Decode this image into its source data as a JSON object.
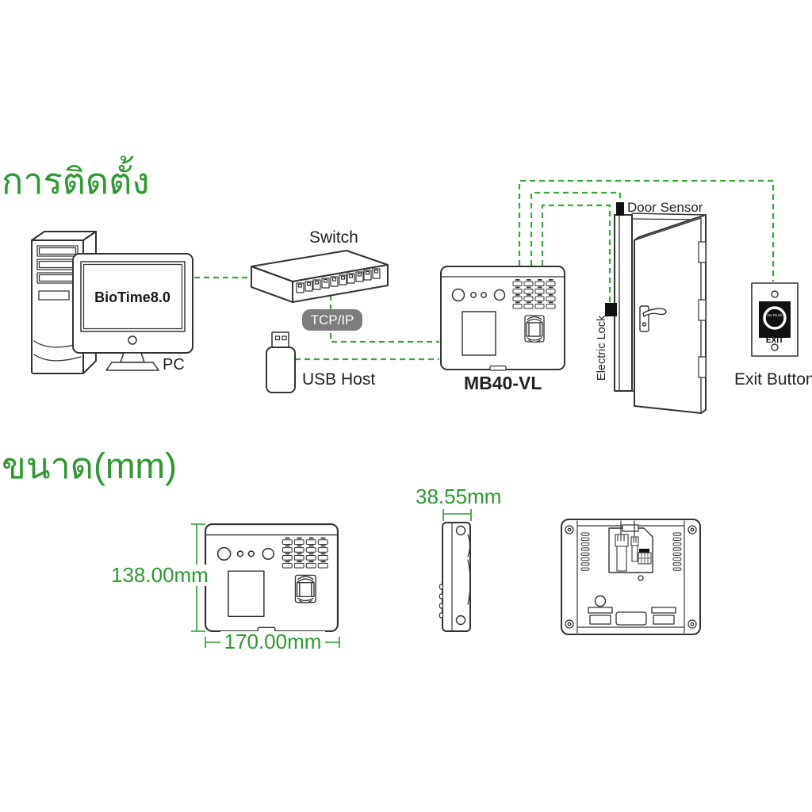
{
  "colors": {
    "green_text": "#2c9a2f",
    "green_line": "#3aa83a",
    "badge_bg": "#7d7d7d",
    "ink": "#333333"
  },
  "installation": {
    "title": "การติดตั้ง",
    "pc": {
      "label": "PC",
      "screen_text": "BioTime8.0"
    },
    "switch": {
      "label": "Switch"
    },
    "tcpip_badge": "TCP/IP",
    "usb": {
      "label": "USB Host"
    },
    "device": {
      "label": "MB40-VL"
    },
    "door": {
      "sensor_label": "Door Sensor",
      "lock_label": "Electric Lock"
    },
    "exit_button": {
      "label": "Exit Button",
      "button_text": "EXIT",
      "no_touch_text": "No Touch"
    }
  },
  "dimensions": {
    "title": "ขนาด(mm)",
    "front_view": {
      "height": "138.00mm",
      "width": "170.00mm"
    },
    "side_view": {
      "depth": "38.55mm"
    }
  }
}
